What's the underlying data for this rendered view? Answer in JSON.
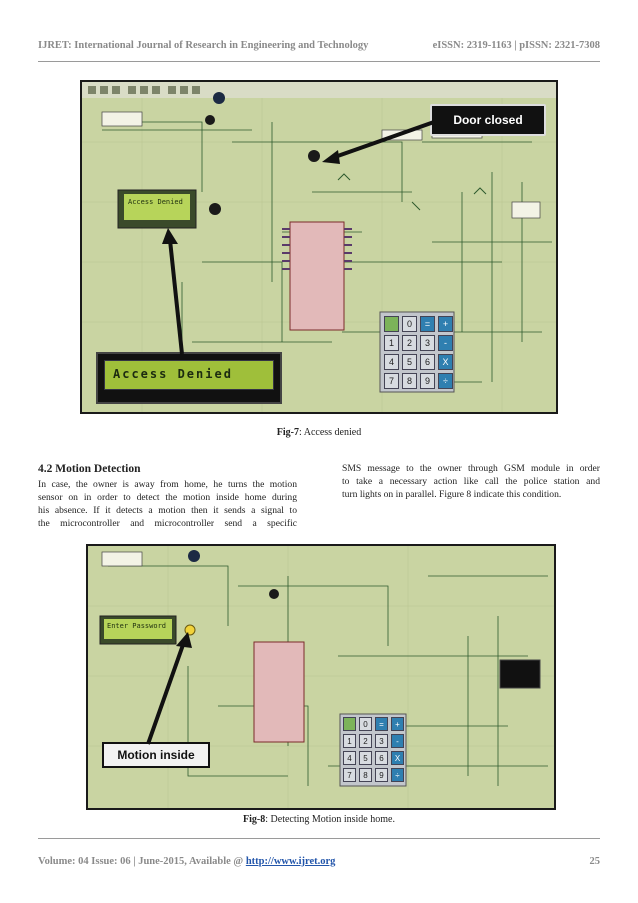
{
  "header": {
    "journal": "IJRET: International Journal of Research in Engineering and Technology",
    "issn": "eISSN: 2319-1163 | pISSN: 2321-7308"
  },
  "fig7": {
    "caption_label": "Fig-7",
    "caption_text": ": Access denied",
    "callout_door": "Door closed",
    "lcd_small": "Access Denied",
    "lcd_large": "Access Denied",
    "keypad_keys": [
      "",
      "0",
      "=",
      "+",
      "1",
      "2",
      "3",
      "-",
      "4",
      "5",
      "6",
      "X",
      "7",
      "8",
      "9",
      "÷"
    ]
  },
  "section": {
    "heading": "4.2 Motion Detection",
    "left_lines": [
      "In case, the owner is away from home, he turns the motion",
      "sensor on in order to detect the motion inside home during",
      "his absence. If it detects a motion then it sends a signal to",
      "the microcontroller and microcontroller send a specific"
    ],
    "right_lines": [
      "SMS message to the owner through GSM module in order",
      "to take a necessary action like call the police station and",
      "turn lights on in parallel. Figure 8 indicate this condition."
    ]
  },
  "fig8": {
    "caption_label": "Fig-8",
    "caption_text": ": Detecting Motion inside home.",
    "callout_motion": "Motion inside",
    "lcd_small": "Enter Password",
    "keypad_keys": [
      "",
      "0",
      "=",
      "+",
      "1",
      "2",
      "3",
      "-",
      "4",
      "5",
      "6",
      "X",
      "7",
      "8",
      "9",
      "÷"
    ]
  },
  "footer": {
    "volume": "Volume: 04 Issue: 06 | June-2015, Available @",
    "link": "http://www.ijret.org",
    "page": "25"
  },
  "colors": {
    "schematic_bg": "#c9d4a2",
    "lcd_green": "#9fbf3a",
    "key_blue": "#2f7fb0",
    "key_gray": "#d7dbe0"
  }
}
